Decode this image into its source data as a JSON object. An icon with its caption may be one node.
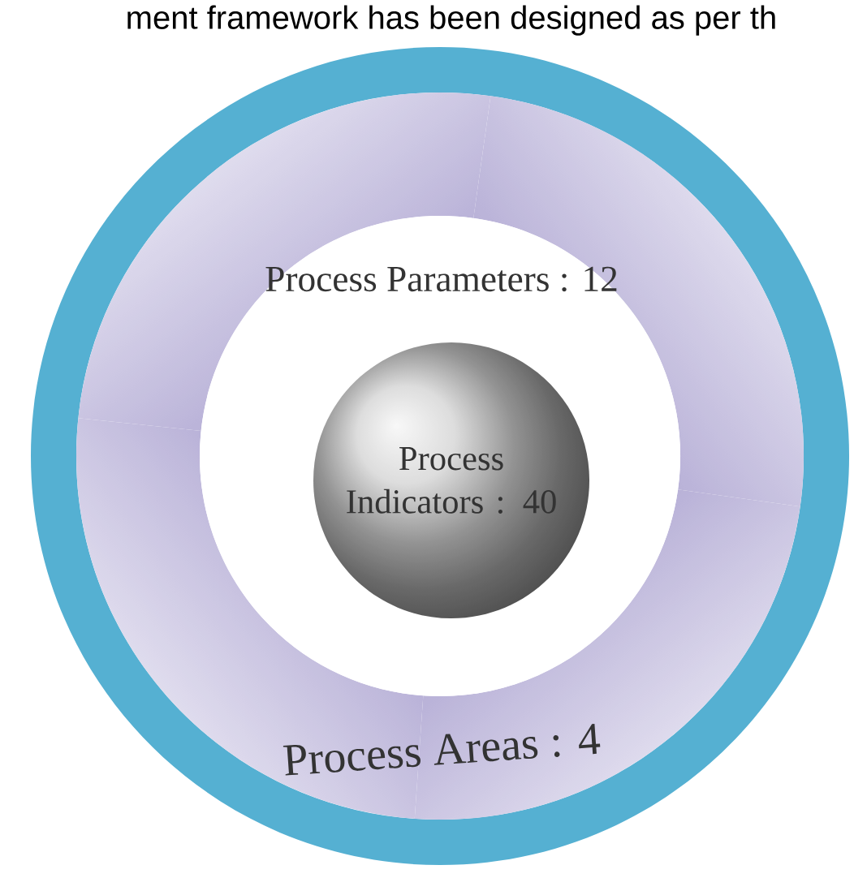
{
  "diagram": {
    "nodes": [
      {
        "text": [
          "Process Areas : 4"
        ]
      },
      {
        "text": [
          "Process Parameters : 12"
        ],
        "in": 0
      },
      {
        "text": [
          "Process Indicators : 40"
        ],
        "in": 1
      }
    ],
    "labels": [
      "ment framework has been designed as per th"
    ]
  }
}
